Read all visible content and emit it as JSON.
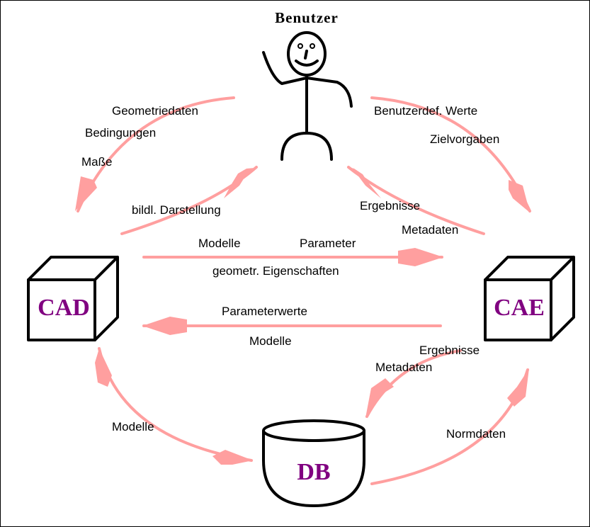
{
  "user_title": "Benutzer",
  "nodes": {
    "cad": "CAD",
    "cae": "CAE",
    "db": "DB"
  },
  "labels": {
    "user_to_cad": [
      "Geometriedaten",
      "Bedingungen",
      "Maße"
    ],
    "cad_to_user": "bildl. Darstellung",
    "user_to_cae": [
      "Benutzerdef. Werte",
      "Zielvorgaben"
    ],
    "cae_to_user": [
      "Ergebnisse",
      "Metadaten"
    ],
    "cad_to_cae_top": [
      "Modelle",
      "Parameter"
    ],
    "cad_to_cae_bottom": "geometr. Eigenschaften",
    "cae_to_cad_top": "Parameterwerte",
    "cae_to_cad_bottom": "Modelle",
    "cae_to_db": [
      "Ergebnisse",
      "Metadaten"
    ],
    "cad_db": "Modelle",
    "db_to_cae": "Normdaten"
  },
  "colors": {
    "flow": "#ff9f9f",
    "node_label": "#800080",
    "outline": "#000000"
  }
}
